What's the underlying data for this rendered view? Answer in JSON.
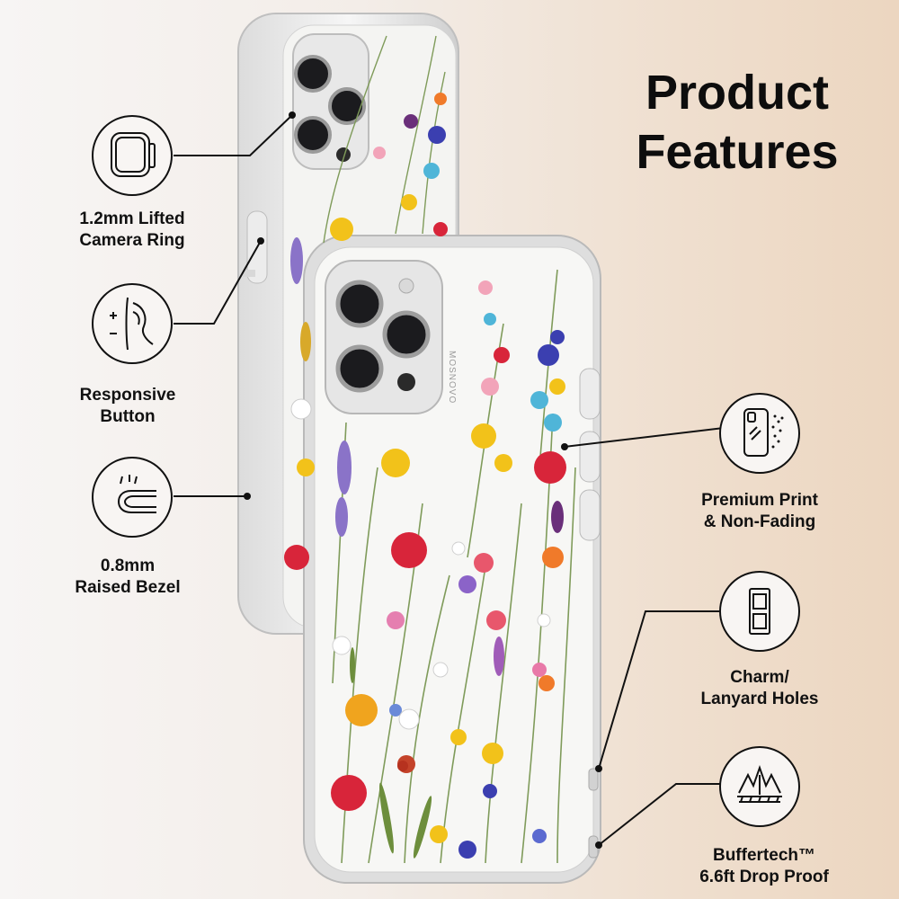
{
  "page": {
    "title_lines": [
      "Product",
      "Features"
    ],
    "brand_mark": "MOSNOVO"
  },
  "features": [
    {
      "id": "camera-ring",
      "lines": [
        "1.2mm Lifted",
        "Camera Ring"
      ],
      "icon": "camera-ring-icon"
    },
    {
      "id": "button",
      "lines": [
        "Responsive",
        "Button"
      ],
      "icon": "button-press-icon"
    },
    {
      "id": "bezel",
      "lines": [
        "0.8mm",
        "Raised Bezel"
      ],
      "icon": "raised-bezel-icon"
    },
    {
      "id": "print",
      "lines": [
        "Premium Print",
        "& Non-Fading"
      ],
      "icon": "phone-print-icon"
    },
    {
      "id": "lanyard",
      "lines": [
        "Charm/",
        "Lanyard Holes"
      ],
      "icon": "lanyard-holes-icon"
    },
    {
      "id": "drop",
      "lines": [
        "Buffertech™",
        "6.6ft Drop Proof"
      ],
      "icon": "drop-proof-icon"
    }
  ],
  "colors": {
    "ink": "#111111",
    "background_left": "#f7f5f4",
    "background_right": "#ecd6c0"
  }
}
